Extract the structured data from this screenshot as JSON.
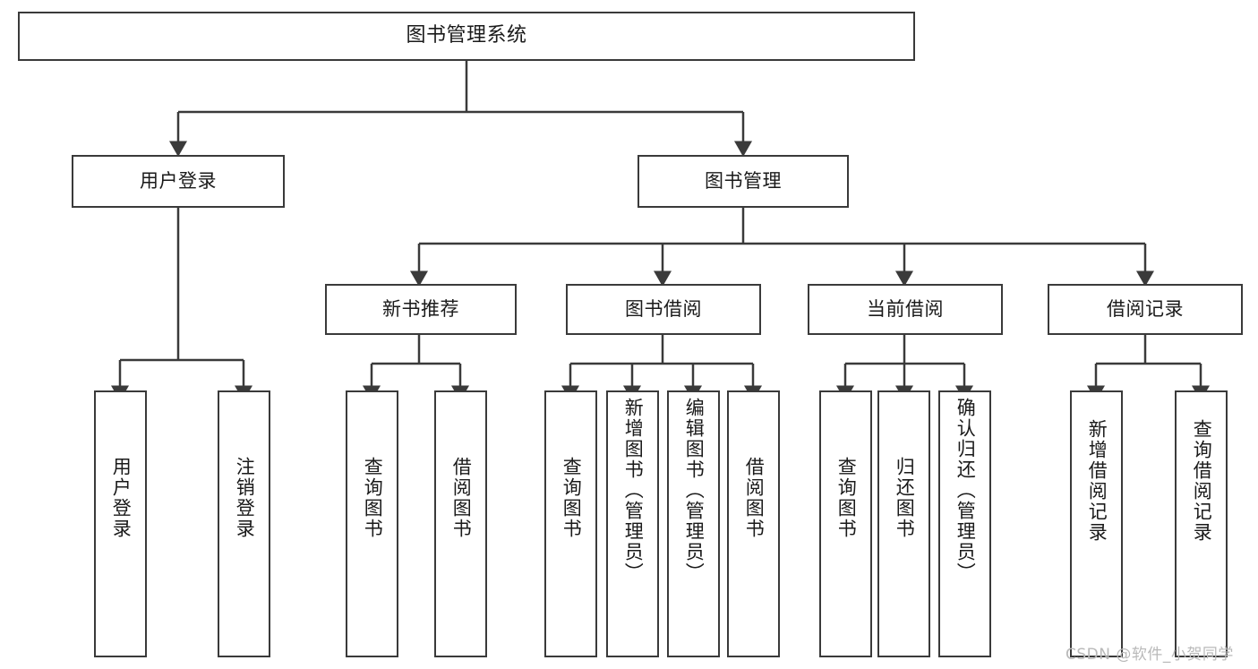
{
  "diagram": {
    "type": "tree-hierarchy",
    "title": "图书管理系统",
    "watermark": "CSDN @软件_小贺同学",
    "colors": {
      "box_border": "#3a3a3a",
      "box_fill": "#ffffff",
      "connector": "#3a3a3a",
      "text": "#1a1a1a",
      "watermark": "#b9b9b9"
    },
    "nodes": {
      "root": {
        "label": "图书管理系统"
      },
      "level2": [
        {
          "label": "用户登录"
        },
        {
          "label": "图书管理"
        }
      ],
      "level3": [
        {
          "label": "新书推荐"
        },
        {
          "label": "图书借阅"
        },
        {
          "label": "当前借阅"
        },
        {
          "label": "借阅记录"
        }
      ],
      "leaves": {
        "user_login": [
          {
            "label": "用户登录"
          },
          {
            "label": "注销登录"
          }
        ],
        "new_book_recommend": [
          {
            "label": "查询图书"
          },
          {
            "label": "借阅图书"
          }
        ],
        "book_borrow": [
          {
            "label": "查询图书"
          },
          {
            "label": "新增图书（管理员）"
          },
          {
            "label": "编辑图书（管理员）"
          },
          {
            "label": "借阅图书"
          }
        ],
        "current_borrow": [
          {
            "label": "查询图书"
          },
          {
            "label": "归还图书"
          },
          {
            "label": "确认归还（管理员）"
          }
        ],
        "borrow_record": [
          {
            "label": "新增借阅记录"
          },
          {
            "label": "查询借阅记录"
          }
        ]
      }
    }
  }
}
